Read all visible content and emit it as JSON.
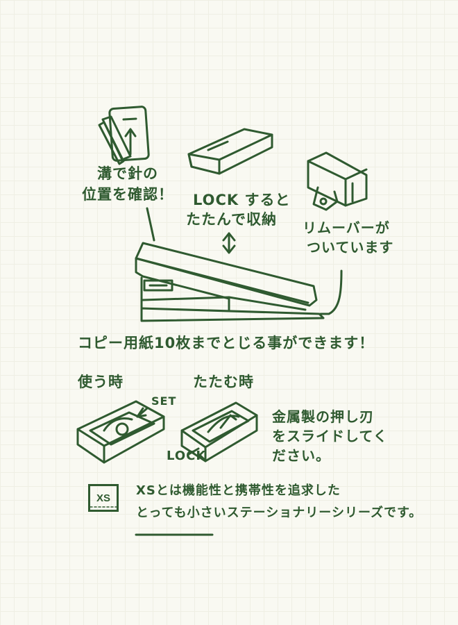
{
  "notes": {
    "groove_line1": "溝で針の",
    "groove_line2": "位置を確認！",
    "lock_line1": "LOCK すると",
    "lock_line2": "たたんで収納",
    "remover_line1": "リムーバーが",
    "remover_line2": "ついています",
    "capacity": "コピー用紙10枚までとじる事ができます！"
  },
  "modes": {
    "use_label": "使う時",
    "fold_label": "たたむ時",
    "set_label": "SET",
    "lock_label": "LOCK",
    "slide_line1": "金属製の押し刃",
    "slide_line2": "をスライドしてく",
    "slide_line3": "ださい。"
  },
  "footer": {
    "badge": "XS",
    "line1": "XSとは機能性と携帯性を追求した",
    "line2_emph": "とっても小さい",
    "line2_rest": "ステーショナリーシリーズです。"
  },
  "colors": {
    "ink": "#2f5a30",
    "paper": "#f9f9f2",
    "grid": "#efefe4"
  }
}
